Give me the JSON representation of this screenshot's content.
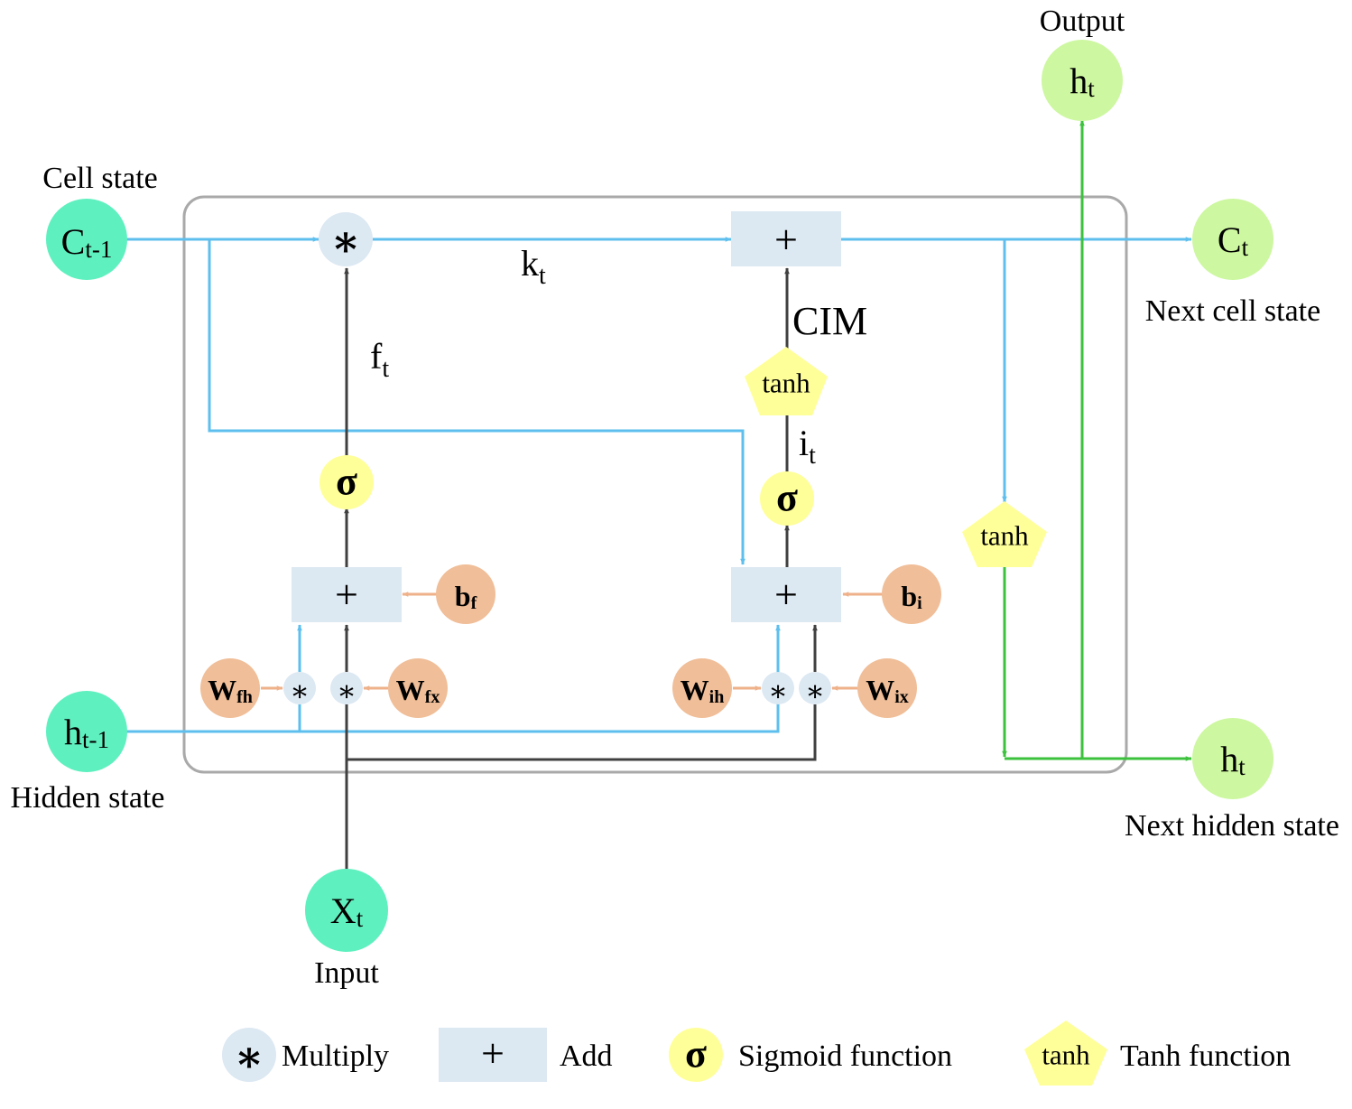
{
  "nodes": {
    "c_prev": {
      "main": "C",
      "sub": "t-1"
    },
    "h_prev": {
      "main": "h",
      "sub": "t-1"
    },
    "x_t": {
      "main": "X",
      "sub": "t"
    },
    "c_t": {
      "main": "C",
      "sub": "t"
    },
    "h_t_next": {
      "main": "h",
      "sub": "t"
    },
    "h_t_out": {
      "main": "h",
      "sub": "t"
    }
  },
  "labels": {
    "cell_state": "Cell state",
    "hidden_state": "Hidden state",
    "input": "Input",
    "output": "Output",
    "next_cell_state": "Next cell state",
    "next_hidden_state": "Next hidden state",
    "cim": "CIM",
    "k_main": "k",
    "k_sub": "t",
    "f_main": "f",
    "f_sub": "t",
    "i_main": "i",
    "i_sub": "t"
  },
  "weights": {
    "w_fh": {
      "main": "W",
      "sub": "fh"
    },
    "w_fx": {
      "main": "W",
      "sub": "fx"
    },
    "w_ih": {
      "main": "W",
      "sub": "ih"
    },
    "w_ix": {
      "main": "W",
      "sub": "ix"
    },
    "b_f": {
      "main": "b",
      "sub": "f"
    },
    "b_i": {
      "main": "b",
      "sub": "i"
    }
  },
  "symbols": {
    "multiply": "∗",
    "add": "+",
    "sigma": "σ",
    "tanh": "tanh"
  },
  "legend": {
    "multiply": "Multiply",
    "add": "Add",
    "sigmoid": "Sigmoid function",
    "tanh": "Tanh function"
  },
  "colors": {
    "input_node": "#5ff0c0",
    "output_node": "#cdf7a0",
    "weight_node": "#f0be98",
    "sigmoid": "#ffff99",
    "tanh": "#ffff99",
    "operation_box": "#dce8f2",
    "cell_line": "#5ebfee",
    "data_line": "#404040",
    "weight_line": "#eeb18a",
    "hidden_line": "#3cc23c"
  }
}
